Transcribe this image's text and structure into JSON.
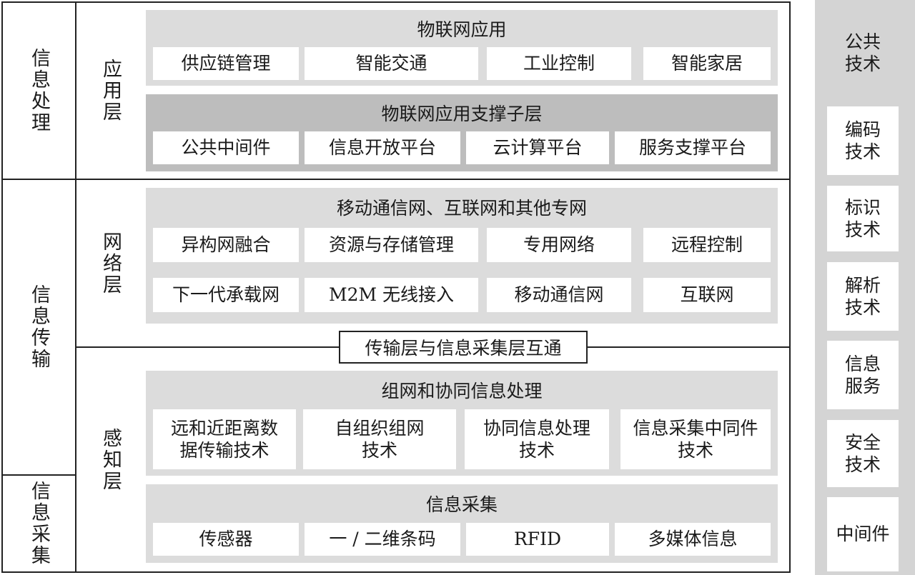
{
  "left_labels": {
    "info_processing": "信息处理",
    "info_transmission": "信息传输",
    "info_collection": "信息采集"
  },
  "layers": {
    "application": "应用层",
    "network": "网络层",
    "perception": "感知层"
  },
  "iot_app": {
    "title": "物联网应用",
    "items": [
      "供应链管理",
      "智能交通",
      "工业控制",
      "智能家居"
    ]
  },
  "app_support": {
    "title": "物联网应用支撑子层",
    "items": [
      "公共中间件",
      "信息开放平台",
      "云计算平台",
      "服务支撑平台"
    ]
  },
  "networks": {
    "title": "移动通信网、互联网和其他专网",
    "row1": [
      "异构网融合",
      "资源与存储管理",
      "专用网络",
      "远程控制"
    ],
    "row2": [
      "下一代承载网",
      "M2M 无线接入",
      "移动通信网",
      "互联网"
    ]
  },
  "bridge": "传输层与信息采集层互通",
  "networking": {
    "title": "组网和协同信息处理",
    "items": [
      "远和近距离数\n据传输技术",
      "自组织组网\n技术",
      "协同信息处理\n技术",
      "信息采集中同件\n技术"
    ]
  },
  "collection": {
    "title": "信息采集",
    "items": [
      "传感器",
      "一 / 二维条码",
      "RFID",
      "多媒体信息"
    ]
  },
  "tech_column": {
    "header": "公共\n技术",
    "items": [
      "编码\n技术",
      "标识\n技术",
      "解析\n技术",
      "信息\n服务",
      "安全\n技术",
      "中间件"
    ]
  }
}
